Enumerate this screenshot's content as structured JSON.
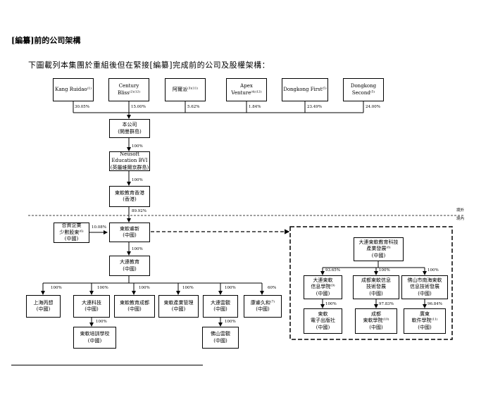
{
  "heading": "[編纂]前的公司架構",
  "intro": "下圖載列本集團於重組後但在緊接[編纂]完成前的公司及股權架構：",
  "shareholders": [
    {
      "label": "Kang Ruidao⁽¹⁾",
      "pct": "30.05%"
    },
    {
      "label": "Century\nBliss⁽²⁾⁽¹²⁾",
      "pct": "15.00%"
    },
    {
      "label": "阿爾派⁽³⁾⁽¹¹⁾",
      "pct": "5.62%"
    },
    {
      "label": "Apex\nVenture⁽⁴⁾⁽¹²⁾",
      "pct": "1.84%"
    },
    {
      "label": "Dongkong First⁽⁵⁾",
      "pct": "23.49%"
    },
    {
      "label": "Dongkong\nSecond⁽⁵⁾",
      "pct": "24.00%"
    }
  ],
  "chain": [
    {
      "label": "本公司\n(開曼群島)",
      "pct_below": "100%"
    },
    {
      "label": "Neusoft\nEducation BVI\n(英屬維爾京群島)",
      "pct_below": "100%"
    },
    {
      "label": "東軟教育香港\n(香港)",
      "pct_below": "89.92%"
    }
  ],
  "offshore_label": "境外",
  "onshore_label": "境內",
  "jv": {
    "label": "合資企業\n少數股東⁽⁶⁾\n(中國)",
    "pct": "10.08%"
  },
  "ruixin": {
    "label": "東軟睿新\n(中國)",
    "pct_below": "100%"
  },
  "dalian_edu": {
    "label": "大連教育\n(中國)"
  },
  "subsidiaries": [
    {
      "label": "上海丙想\n(中國)",
      "pct": "100%"
    },
    {
      "label": "大連科技\n(中國)",
      "pct": "100%"
    },
    {
      "label": "東軟教育成都\n(中國)",
      "pct": "100%"
    },
    {
      "label": "東軟產業管理\n(中國)",
      "pct": "100%"
    },
    {
      "label": "大連雲觀\n(中國)",
      "pct": "100%"
    },
    {
      "label": "康睿久和⁽⁷⁾\n(中國)",
      "pct": "60%"
    }
  ],
  "training": {
    "label": "東軟培訓學校\n(中國)",
    "pct": "100%"
  },
  "foshan_yunguan": {
    "label": "佛山雲觀\n(中國)",
    "pct": "100%"
  },
  "dashed_group": {
    "parent": {
      "label": "大連東軟教育科技\n產業發展⁽⁸⁾\n(中國)"
    },
    "level1": [
      {
        "label": "大連東軟\n信息學院⁽⁹⁾\n(中國)",
        "pct": "93.65%"
      },
      {
        "label": "成都東軟信息\n技術發展\n(中國)",
        "pct": "100%"
      },
      {
        "label": "佛山市南海東軟\n信息技術發展\n(中國)",
        "pct": "100%"
      }
    ],
    "level2": [
      {
        "label": "東軟\n電子出版社\n(中國)",
        "pct": "100%"
      },
      {
        "label": "成都\n東軟學院⁽¹⁰⁾\n(中國)",
        "pct": "97.83%"
      },
      {
        "label": "廣東\n軟件學院⁽¹¹⁾\n(中國)",
        "pct": "96.84%"
      }
    ]
  }
}
